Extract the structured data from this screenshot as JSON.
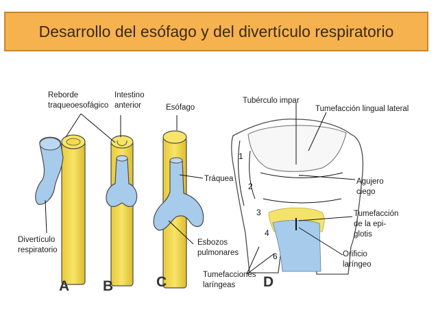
{
  "title": "Desarrollo del esófago y del divertículo respiratorio",
  "colors": {
    "title_bg": "#f6b24e",
    "yellow": "#f2dc4c",
    "blue": "#a7cbea",
    "outline": "#4a4a4a"
  },
  "labels": {
    "reborde": [
      "Reborde",
      "traqueoesofágico"
    ],
    "intestino": [
      "Intestino",
      "anterior"
    ],
    "esofago": "Esófago",
    "traquea": "Tráquea",
    "diverticulo": [
      "Divertículo",
      "respiratorio"
    ],
    "esbozos": [
      "Esbozos",
      "pulmonares"
    ],
    "tumefacciones": [
      "Tumefacciones",
      "laríngeas"
    ],
    "tuberculo": "Tubérculo impar",
    "tumefaccion_lingual": "Tumefacción lingual lateral",
    "agujero": [
      "Agujero",
      "ciego"
    ],
    "epiglotis": [
      "Tumefacción",
      "de la epi-",
      "glotis"
    ],
    "orificio": [
      "Orificio",
      "laríngeo"
    ]
  },
  "panels": [
    "A",
    "B",
    "C",
    "D"
  ],
  "arches": [
    "1",
    "2",
    "3",
    "4",
    "6"
  ]
}
